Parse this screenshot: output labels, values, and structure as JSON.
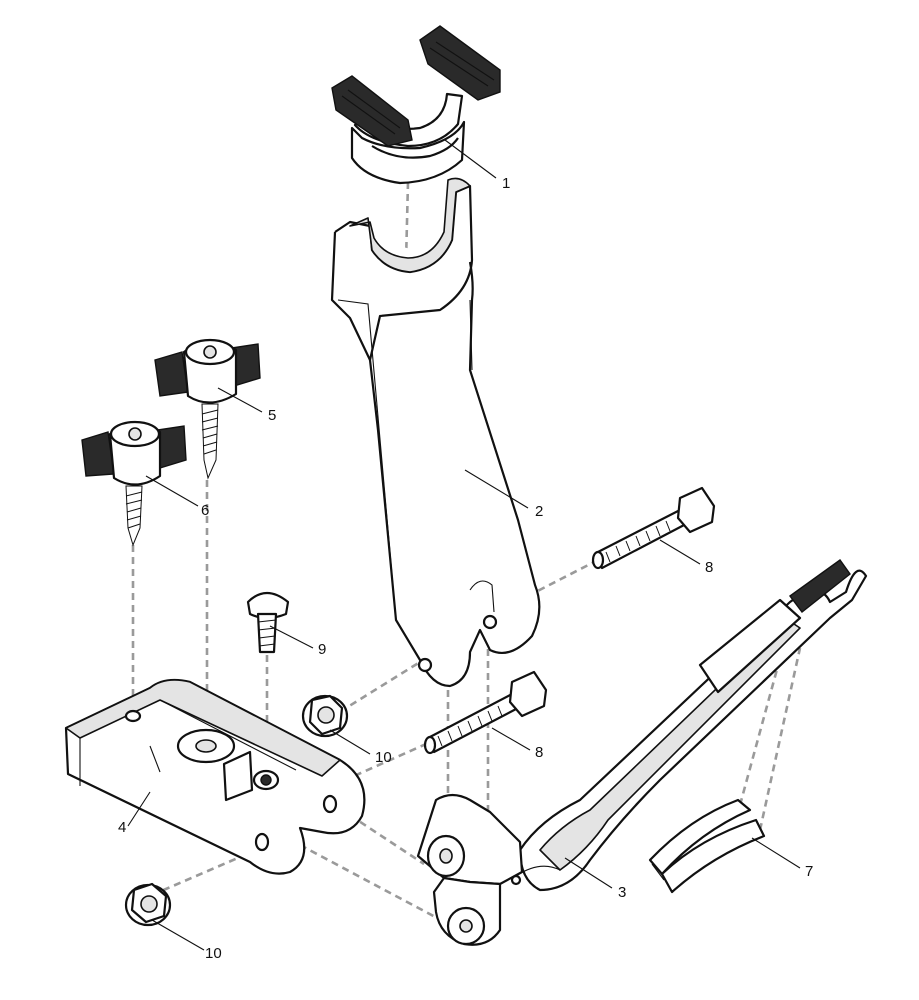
{
  "callouts": {
    "part_1": "1",
    "part_2": "2",
    "part_3": "3",
    "part_4": "4",
    "part_5": "5",
    "part_6": "6",
    "part_7": "7",
    "part_8_upper": "8",
    "part_8_lower": "8",
    "part_9": "9",
    "part_10_upper": "10",
    "part_10_lower": "10"
  },
  "colors": {
    "line": "#111111",
    "rubber_pad": "#2a2a2a",
    "shading": "#e4e4e4",
    "assembly_dash": "#9a9a9a"
  }
}
